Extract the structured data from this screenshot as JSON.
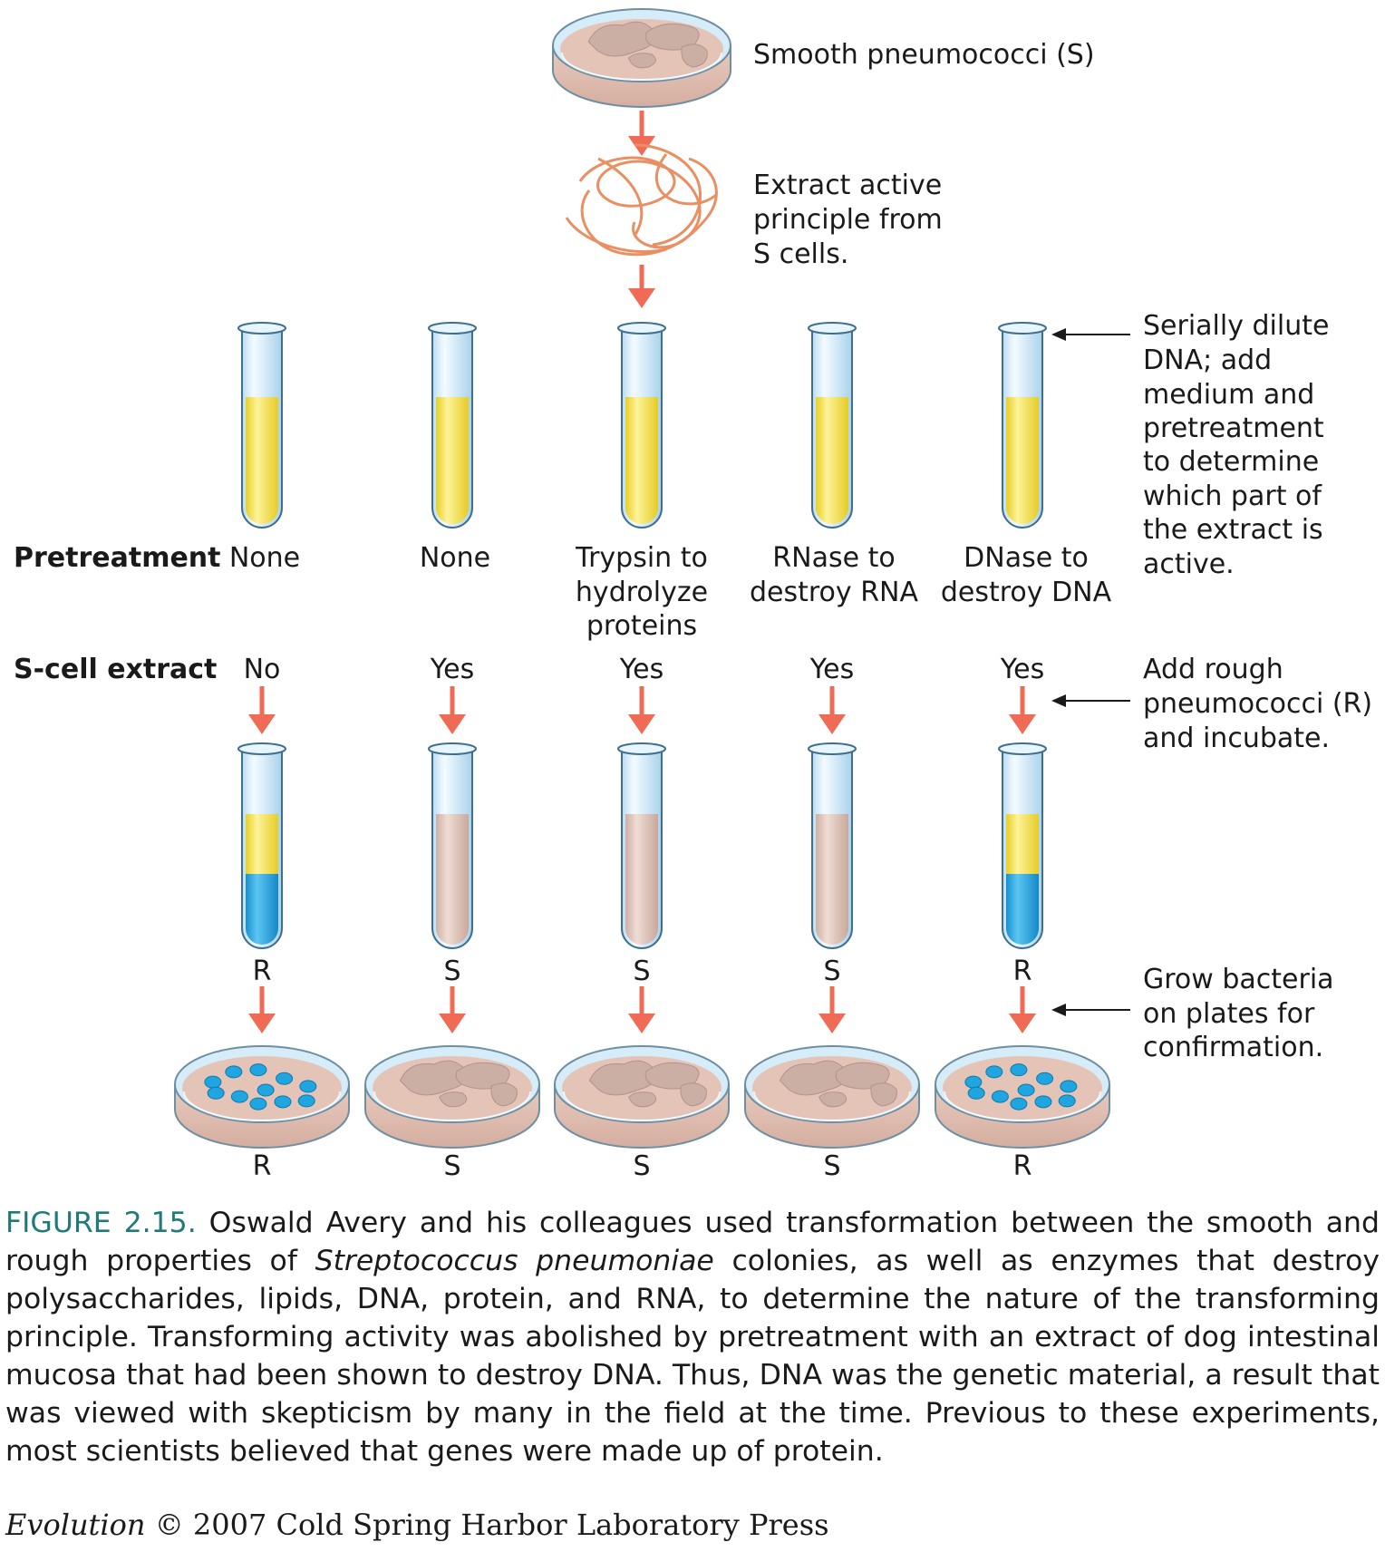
{
  "diagram": {
    "top_plate_label": "Smooth pneumococci (S)",
    "extract_label": [
      "Extract active",
      "principle from",
      "S cells."
    ],
    "side_notes": {
      "dilute": [
        "Serially dilute",
        "DNA; add",
        "medium and",
        "pretreatment",
        "to determine",
        "which part of",
        "the extract is",
        "active."
      ],
      "add_rough": [
        "Add rough",
        "pneumococci (R)",
        "and incubate."
      ],
      "grow": [
        "Grow bacteria",
        "on plates for",
        "confirmation."
      ]
    },
    "row_headers": {
      "pretreatment": "Pretreatment",
      "extract": "S-cell extract"
    },
    "columns": [
      {
        "pretreatment": [
          "None"
        ],
        "extract": "No",
        "tube_result": "R",
        "plate_result": "R"
      },
      {
        "pretreatment": [
          "None"
        ],
        "extract": "Yes",
        "tube_result": "S",
        "plate_result": "S"
      },
      {
        "pretreatment": [
          "Trypsin to",
          "hydrolyze",
          "proteins"
        ],
        "extract": "Yes",
        "tube_result": "S",
        "plate_result": "S"
      },
      {
        "pretreatment": [
          "RNase to",
          "destroy RNA"
        ],
        "extract": "Yes",
        "tube_result": "S",
        "plate_result": "S"
      },
      {
        "pretreatment": [
          "DNase to",
          "destroy DNA"
        ],
        "extract": "Yes",
        "tube_result": "R",
        "plate_result": "R"
      }
    ],
    "colors": {
      "arrow": "#ef6b55",
      "yellow_medium": "#f6e24a",
      "blue_colony": "#1fa6e0",
      "smooth_culture": "#dcc1b8",
      "plate_agar": "#e5c4b8",
      "tube_glass": "#d6ecf8"
    }
  },
  "caption": {
    "figure_label": "FIGURE 2.15.",
    "text_before_species": " Oswald Avery and his colleagues used transformation between the smooth and rough properties of ",
    "species": "Streptococcus pneumoniae",
    "text_after_species": " colonies, as well as enzymes that destroy polysaccharides, lipids, DNA, protein, and RNA, to determine the nature of the transforming principle. Transforming activity was abolished by pretreatment with an extract of dog intestinal mucosa that had been shown to destroy DNA. Thus, DNA was the genetic material, a result that was viewed with skepticism by many in the field at the time. Previous to these experiments, most scientists believed that genes were made up of protein."
  },
  "credit": {
    "title": "Evolution",
    "rest": " © 2007 Cold Spring Harbor Laboratory Press"
  }
}
